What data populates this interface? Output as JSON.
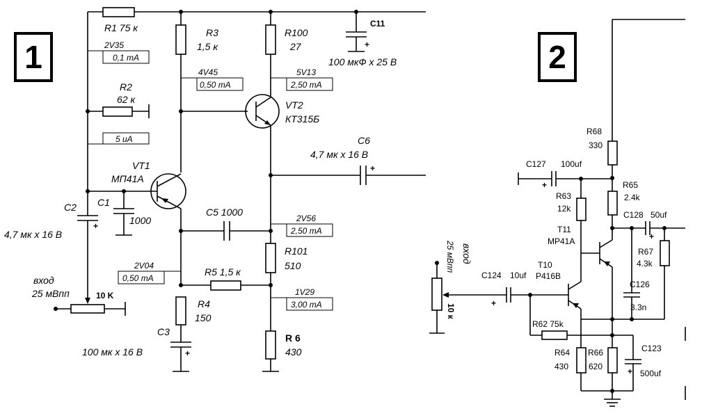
{
  "panel1": {
    "number": "1",
    "r1": "R1 75 к",
    "v_r1": "2V35",
    "i_r1": "0,1 mA",
    "r2_name": "R2",
    "r2_val": "62 к",
    "i_r2": "5 uA",
    "r3_name": "R3",
    "r3_val": "1,5 к",
    "v_r3": "4V45",
    "i_r3": "0,50 mA",
    "r100_name": "R100",
    "r100_val": "27",
    "v_r100": "5V13",
    "i_r100": "2,50 mA",
    "c11_name": "C11",
    "c11_val": "100 мкФ x 25 В",
    "vt2_name": "VT2",
    "vt2_type": "КТ315Б",
    "c6_name": "C6",
    "c6_val": "4,7 мк x 16 В",
    "vt1_name": "VT1",
    "vt1_type": "МП41А",
    "c1_name": "C1",
    "c1_val": "1000",
    "c2_name": "C2",
    "c2_val": "4,7 мк x 16 В",
    "c5": "C5 1000",
    "v_e2": "2V56",
    "i_e2": "2,50 mA",
    "r101_name": "R101",
    "r101_val": "510",
    "v_r5": "2V04",
    "i_r5": "0,50 mA",
    "r5": "R5 1,5 к",
    "v_r6": "1V29",
    "i_r6": "3,00 mA",
    "r4_name": "R4",
    "r4_val": "150",
    "c3_name": "C3",
    "c3_val": "100 мк x 16 В",
    "r6_name": "R 6",
    "r6_val": "430",
    "input_label": "вход",
    "input_level": "25 мВпп",
    "pot_val": "10 K"
  },
  "panel2": {
    "number": "2",
    "r68_name": "R68",
    "r68_val": "330",
    "c127_name": "C127",
    "c127_val": "100uf",
    "r65_name": "R65",
    "r65_val": "2.4k",
    "r63_name": "R63",
    "r63_val": "12k",
    "c128_name": "C128",
    "c128_val": "50uf",
    "t11_name": "T11",
    "t11_type": "MP41A",
    "r67_name": "R67",
    "r67_val": "4.3k",
    "t10_name": "T10",
    "t10_type": "P416B",
    "c124_name": "C124",
    "c124_val": "10uf",
    "c126_name": "C126",
    "c126_val": "3.3n",
    "r62": "R62  75k",
    "r64_name": "R64",
    "r64_val": "430",
    "r66_name": "R66",
    "r66_val": "620",
    "c123_name": "C123",
    "c123_val": "500uf",
    "input_label": "вход",
    "input_level": "25 мВпп",
    "pot_val": "10 к"
  }
}
